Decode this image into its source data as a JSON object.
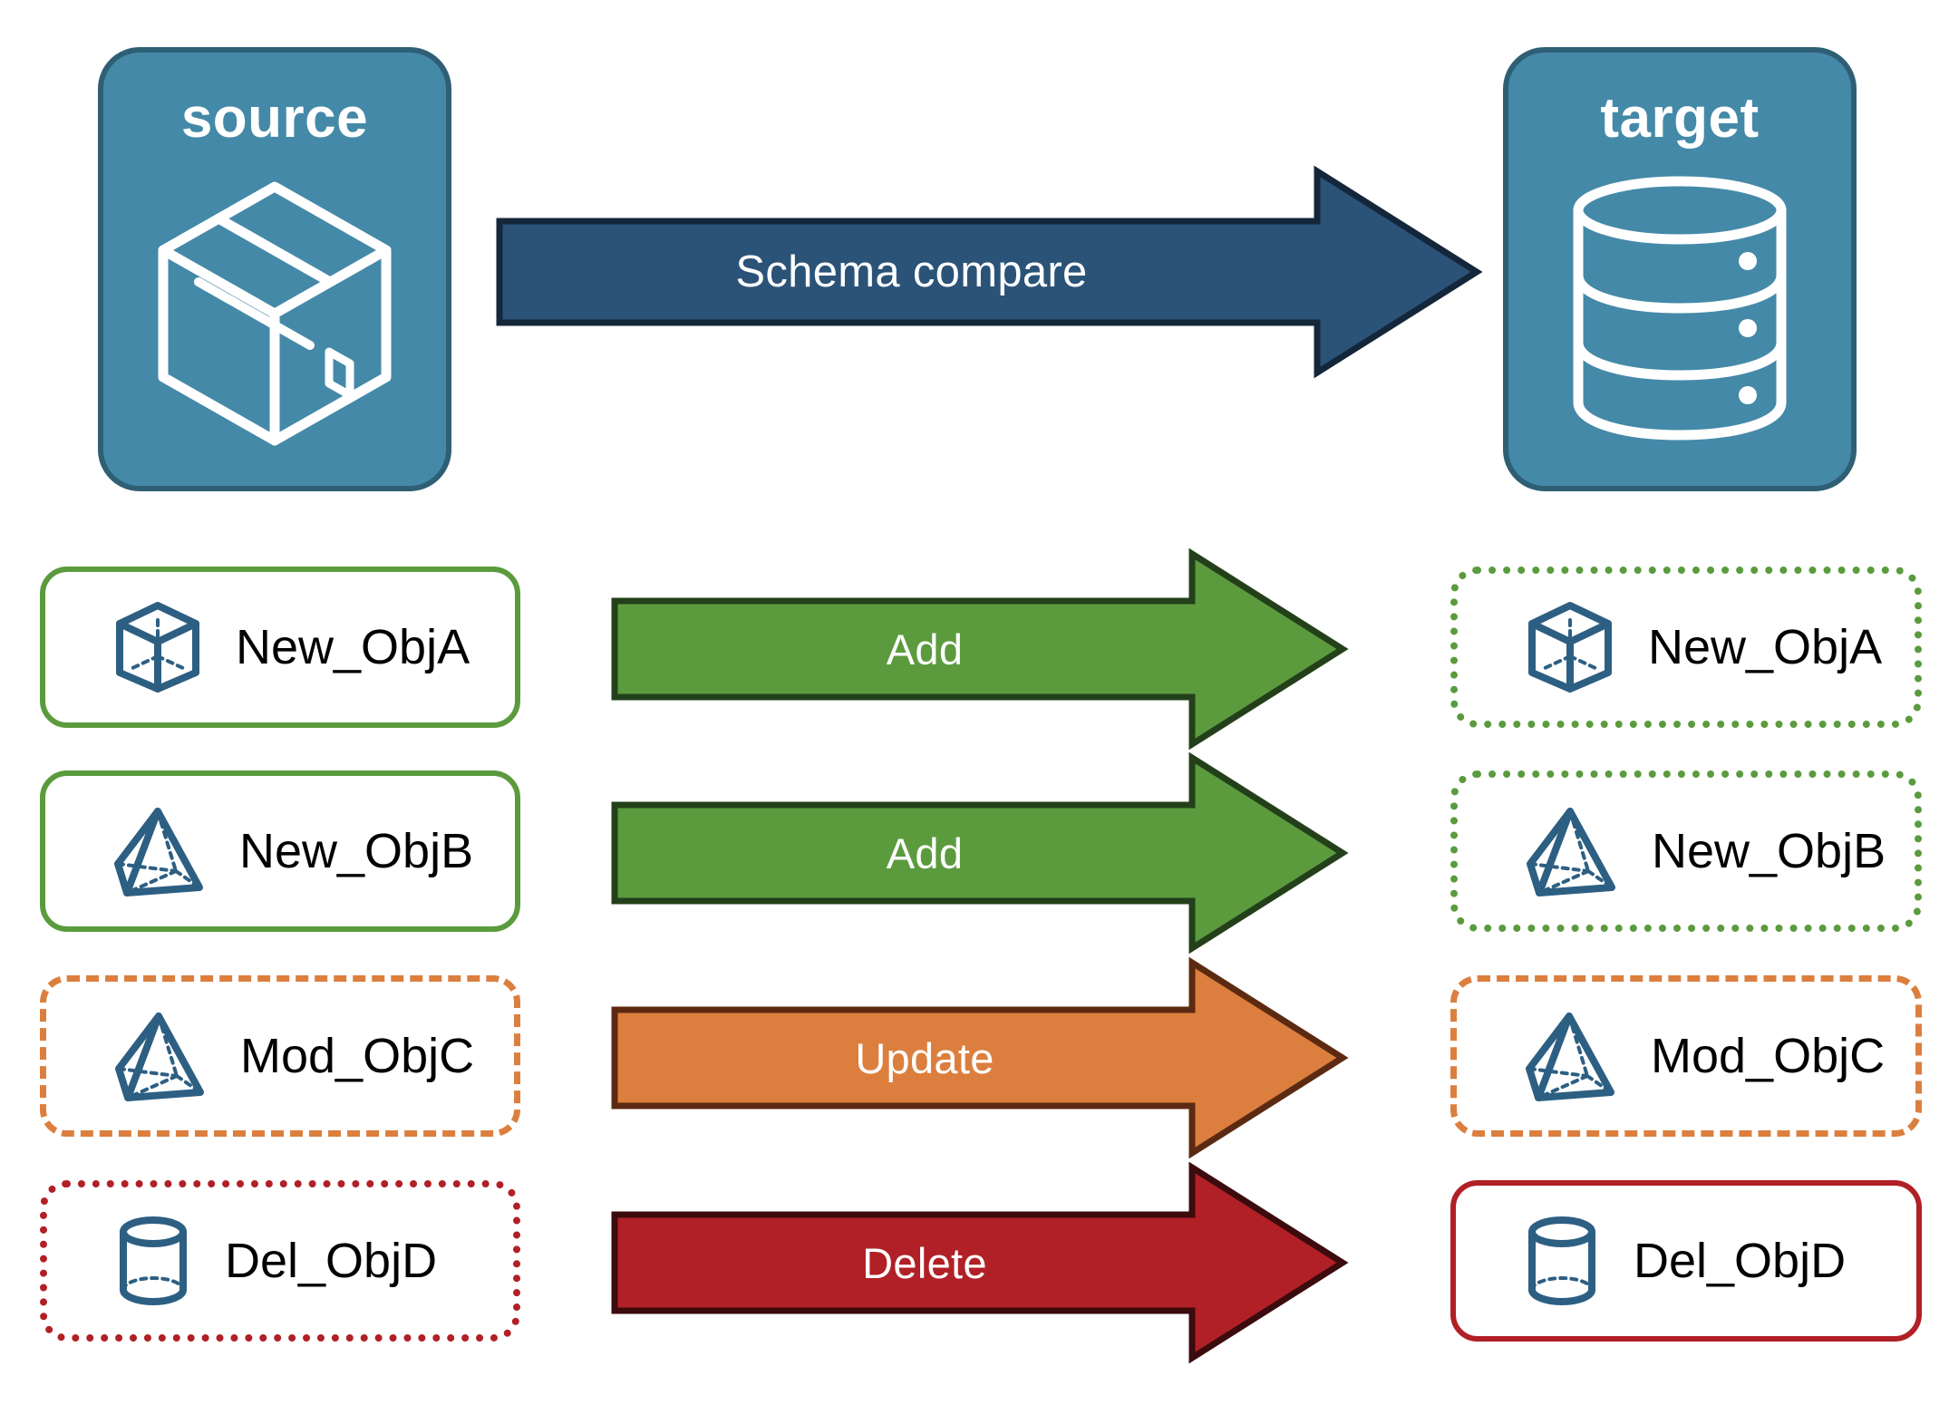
{
  "diagram": {
    "title_source": "source",
    "title_target": "target",
    "compare_arrow_label": "Schema compare"
  },
  "colors": {
    "endpoint_fill": "#4589A8",
    "endpoint_border": "#2E5F75",
    "compare_arrow_fill": "#2B5378",
    "compare_arrow_border": "#14263A",
    "add_fill": "#5B9B3E",
    "add_border": "#23401A",
    "update_fill": "#DC7F3E",
    "update_border": "#5C2A12",
    "delete_fill": "#B12026",
    "delete_border": "#3C0B0D",
    "object_icon": "#2D5F83",
    "green": "#5B9B3E",
    "orange": "#DC7F3E",
    "red": "#B12026",
    "text": "#000000"
  },
  "endpoints": {
    "source": {
      "label": "source",
      "icon": "package-box-icon"
    },
    "target": {
      "label": "target",
      "icon": "database-cylinder-icon"
    }
  },
  "rows": [
    {
      "source": {
        "name": "New_ObjA",
        "icon": "wireframe-cube-icon",
        "border_style": "solid",
        "border_color": "#5B9B3E"
      },
      "arrow": {
        "label": "Add",
        "fill": "#5B9B3E",
        "border": "#23401A"
      },
      "target": {
        "name": "New_ObjA",
        "icon": "wireframe-cube-icon",
        "border_style": "dotted",
        "border_color": "#5B9B3E"
      }
    },
    {
      "source": {
        "name": "New_ObjB",
        "icon": "wireframe-pyramid-icon",
        "border_style": "solid",
        "border_color": "#5B9B3E"
      },
      "arrow": {
        "label": "Add",
        "fill": "#5B9B3E",
        "border": "#23401A"
      },
      "target": {
        "name": "New_ObjB",
        "icon": "wireframe-pyramid-icon",
        "border_style": "dotted",
        "border_color": "#5B9B3E"
      }
    },
    {
      "source": {
        "name": "Mod_ObjC",
        "icon": "wireframe-pyramid-icon",
        "border_style": "dashed",
        "border_color": "#DC7F3E"
      },
      "arrow": {
        "label": "Update",
        "fill": "#DC7F3E",
        "border": "#5C2A12"
      },
      "target": {
        "name": "Mod_ObjC",
        "icon": "wireframe-pyramid-icon",
        "border_style": "dashed",
        "border_color": "#DC7F3E"
      }
    },
    {
      "source": {
        "name": "Del_ObjD",
        "icon": "wireframe-cylinder-icon",
        "border_style": "dotted",
        "border_color": "#B12026"
      },
      "arrow": {
        "label": "Delete",
        "fill": "#B12026",
        "border": "#3C0B0D"
      },
      "target": {
        "name": "Del_ObjD",
        "icon": "wireframe-cylinder-icon",
        "border_style": "solid",
        "border_color": "#B12026"
      }
    }
  ]
}
